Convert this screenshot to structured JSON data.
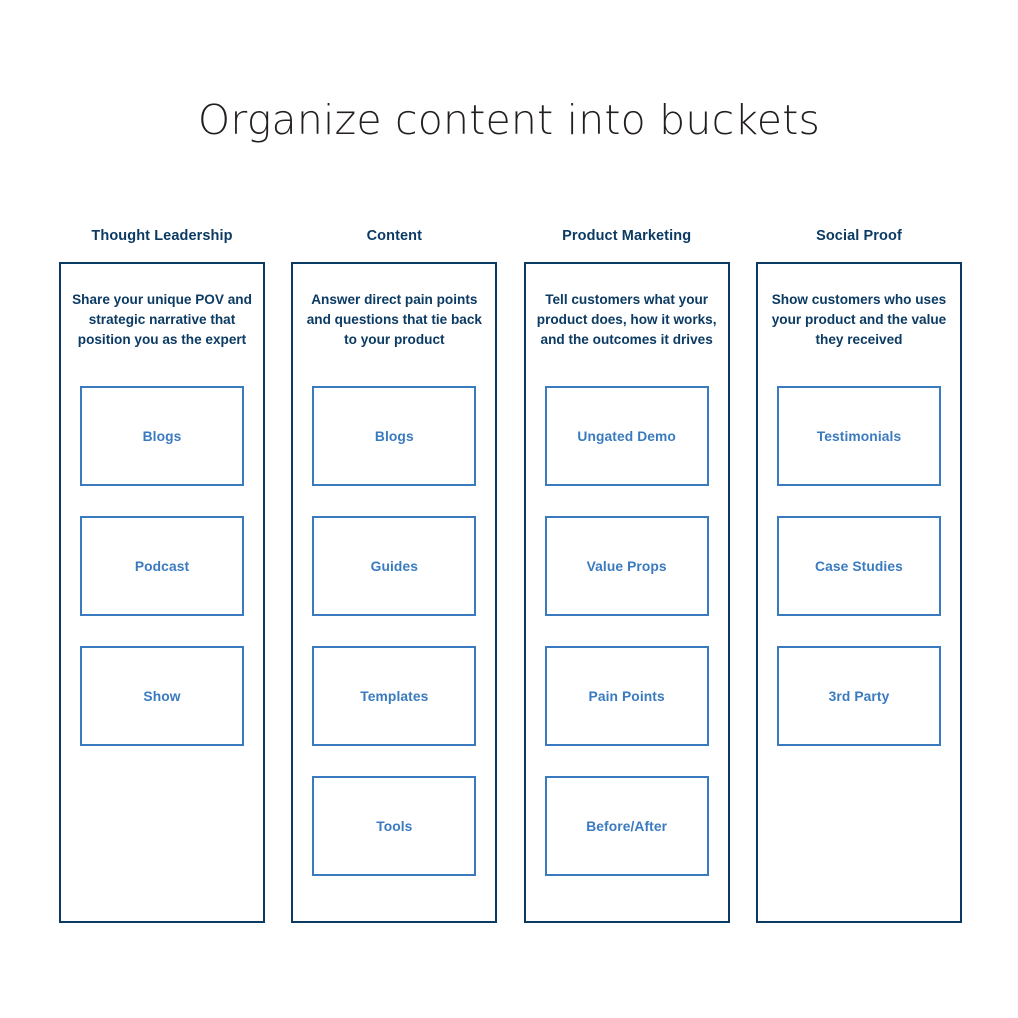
{
  "slide": {
    "title": "Organize content into buckets",
    "title_color": "#241f1f",
    "accent_dark": "#0b3a63",
    "accent_blue": "#3a7bbf",
    "background": "#ffffff"
  },
  "columns": [
    {
      "header": "Thought Leadership",
      "description": "Share your unique POV and strategic narrative that position you as the expert",
      "items": [
        {
          "label": "Blogs"
        },
        {
          "label": "Podcast"
        },
        {
          "label": "Show"
        }
      ]
    },
    {
      "header": "Content",
      "description": "Answer direct pain points and questions that tie back to your product",
      "items": [
        {
          "label": "Blogs"
        },
        {
          "label": "Guides"
        },
        {
          "label": "Templates"
        },
        {
          "label": "Tools"
        }
      ]
    },
    {
      "header": "Product Marketing",
      "description": "Tell customers what your product does, how it works, and the outcomes it drives",
      "items": [
        {
          "label": "Ungated Demo"
        },
        {
          "label": "Value Props"
        },
        {
          "label": "Pain Points"
        },
        {
          "label": "Before/After"
        }
      ]
    },
    {
      "header": "Social Proof",
      "description": "Show customers who uses your product and the value they received",
      "items": [
        {
          "label": "Testimonials"
        },
        {
          "label": "Case Studies"
        },
        {
          "label": "3rd Party"
        }
      ]
    }
  ]
}
